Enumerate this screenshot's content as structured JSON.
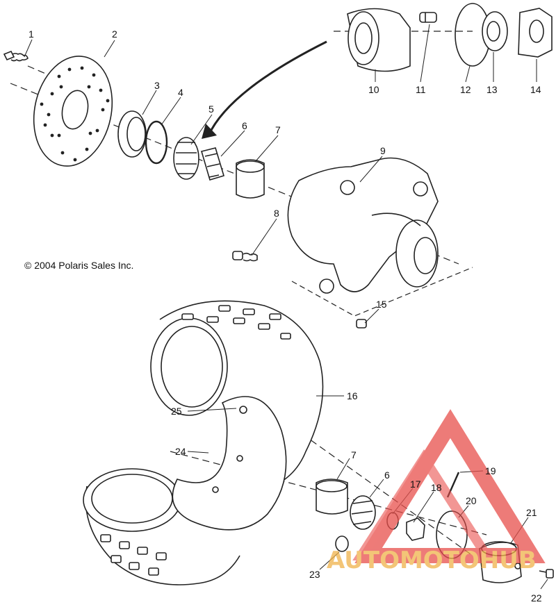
{
  "diagram": {
    "copyright": "© 2004 Polaris Sales Inc.",
    "callouts": [
      "1",
      "2",
      "3",
      "4",
      "5",
      "6",
      "7",
      "8",
      "9",
      "10",
      "11",
      "12",
      "13",
      "14",
      "15",
      "16",
      "7",
      "6",
      "17",
      "18",
      "19",
      "20",
      "21",
      "22",
      "23",
      "24",
      "25"
    ]
  },
  "watermark": {
    "brand": "AUTOMOTOHUB",
    "colors": {
      "triangle": "#e8504c",
      "text": "#f0b24a"
    }
  }
}
